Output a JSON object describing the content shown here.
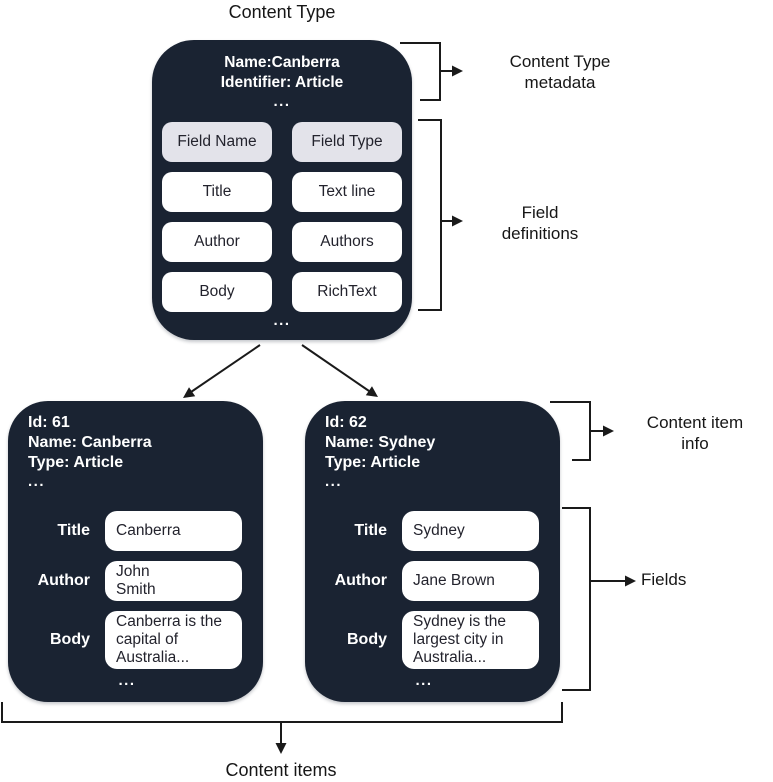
{
  "diagram_title": "Content Type",
  "colors": {
    "box_bg": "#1a2332",
    "header_cell_bg": "#e3e3ea",
    "cell_bg": "#ffffff",
    "cell_text": "#23232d",
    "box_text": "#ffffff",
    "label_text": "#161616",
    "line": "#1a1a1a"
  },
  "content_type_box": {
    "name_line": "Name:Canberra",
    "identifier_line": "Identifier: Article",
    "meta_ellipsis": "...",
    "field_headers": {
      "name": "Field Name",
      "type": "Field Type"
    },
    "field_rows": [
      {
        "name": "Title",
        "type": "Text line"
      },
      {
        "name": "Author",
        "type": "Authors"
      },
      {
        "name": "Body",
        "type": "RichText"
      }
    ],
    "rows_ellipsis": "..."
  },
  "annotations": {
    "content_type_metadata": "Content Type\nmetadata",
    "field_definitions": "Field\ndefinitions",
    "content_item_info": "Content item\ninfo",
    "fields": "Fields",
    "content_items": "Content items"
  },
  "content_item_boxes": [
    {
      "id_line": "Id: 61",
      "name_line": "Name: Canberra",
      "type_line": "Type: Article",
      "info_ellipsis": "...",
      "fields": [
        {
          "label": "Title",
          "value": "Canberra"
        },
        {
          "label": "Author",
          "value": "John\nSmith"
        },
        {
          "label": "Body",
          "value": "Canberra is the\ncapital of\nAustralia..."
        }
      ],
      "fields_ellipsis": "..."
    },
    {
      "id_line": "Id: 62",
      "name_line": "Name: Sydney",
      "type_line": "Type: Article",
      "info_ellipsis": "...",
      "fields": [
        {
          "label": "Title",
          "value": "Sydney"
        },
        {
          "label": "Author",
          "value": "Jane Brown"
        },
        {
          "label": "Body",
          "value": "Sydney is the\nlargest city in\nAustralia..."
        }
      ],
      "fields_ellipsis": "..."
    }
  ]
}
